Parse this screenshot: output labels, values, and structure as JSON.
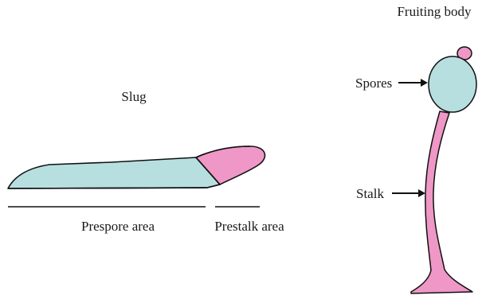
{
  "labels": {
    "slug": "Slug",
    "fruiting_body": "Fruiting body",
    "spores": "Spores",
    "stalk": "Stalk",
    "prespore_area": "Prespore area",
    "prestalk_area": "Prestalk area"
  },
  "colors": {
    "prespore": "#b7dfe0",
    "prestalk": "#ef97c6",
    "outline": "#111111"
  }
}
